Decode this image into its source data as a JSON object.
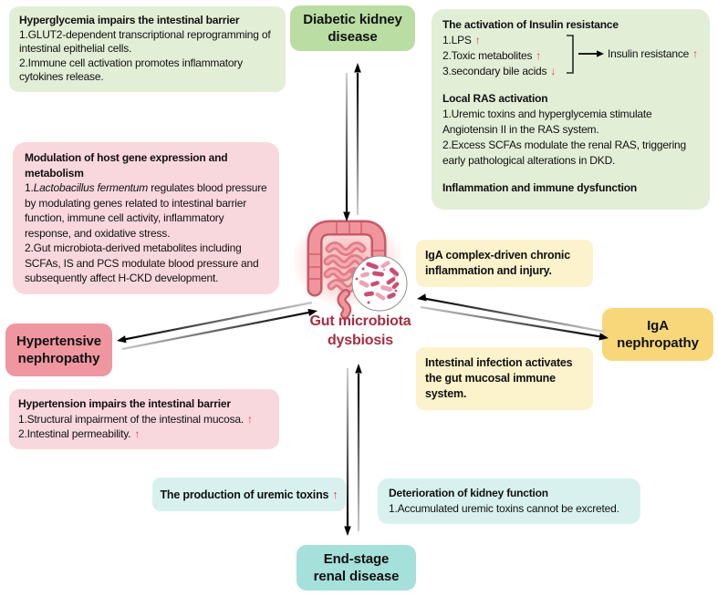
{
  "glyphs": {
    "up": "↑",
    "down": "↓"
  },
  "center": {
    "line1": "Gut microbiota",
    "line2": "dysbiosis",
    "text_color": "#a52e44"
  },
  "nodes": {
    "dkd": {
      "line1": "Diabetic kidney",
      "line2": "disease"
    },
    "iga": {
      "line1": "IgA",
      "line2": "nephropathy"
    },
    "esrd": {
      "line1": "End-stage",
      "line2": "renal disease"
    },
    "htn": {
      "line1": "Hypertensive",
      "line2": "nephropathy"
    }
  },
  "boxes": {
    "hyperglycemia": {
      "title": "Hyperglycemia impairs the intestinal barrier",
      "item1": "1.GLUT2-dependent transcriptional reprogramming of intestinal epithelial cells.",
      "item2": "2.Immune cell activation promotes inflammatory cytokines release."
    },
    "insulin": {
      "title": "The activation of Insulin resistance",
      "item1": "1.LPS",
      "item2": "2.Toxic metabolites",
      "item3": "3.secondary bile acids",
      "result": "Insulin resistance",
      "ras_title": "Local RAS activation",
      "ras_item1": "1.Uremic toxins and hyperglycemia stimulate Angiotensin II in the RAS system.",
      "ras_item2": "2.Excess SCFAs modulate the renal RAS, triggering early pathological alterations in DKD.",
      "inflammation_title": "Inflammation and immune dysfunction"
    },
    "modulation": {
      "title": "Modulation of host gene expression and metabolism",
      "item1_prefix": "1.",
      "item1_italic": "Lactobacillus fermentum",
      "item1_rest": " regulates blood pressure by modulating genes related to intestinal barrier function, immune cell activity, inflammatory response, and oxidative stress.",
      "item2": "2.Gut microbiota-derived metabolites including SCFAs, IS and PCS modulate blood pressure and subsequently affect H-CKD development."
    },
    "iga_complex": {
      "text": "IgA complex-driven chronic inflammation and injury."
    },
    "infection": {
      "text": "Intestinal infection activates the gut mucosal immune system."
    },
    "hypertension": {
      "title": "Hypertension impairs the intestinal barrier",
      "item1": "1.Structural impairment of the intestinal mucosa.",
      "item2": "2.Intestinal permeability."
    },
    "uremic": {
      "text": "The production of uremic toxins"
    },
    "deterioration": {
      "title": "Deterioration of kidney function",
      "item1": "1.Accumulated uremic toxins cannot be excreted."
    }
  },
  "connections": [
    {
      "from": "gut-microbiota-dysbiosis",
      "to": "diabetic-kidney-disease",
      "bidirectional": true
    },
    {
      "from": "gut-microbiota-dysbiosis",
      "to": "iga-nephropathy",
      "bidirectional": true
    },
    {
      "from": "gut-microbiota-dysbiosis",
      "to": "end-stage-renal-disease",
      "bidirectional": true
    },
    {
      "from": "gut-microbiota-dysbiosis",
      "to": "hypertensive-nephropathy",
      "bidirectional": true
    }
  ],
  "colors": {
    "light_green": "#e2eed6",
    "node_green": "#b9dda2",
    "light_pink": "#f9d8dd",
    "node_pink": "#ef96a0",
    "light_yellow": "#fcf2cc",
    "node_yellow": "#f8d77b",
    "light_cyan": "#d8f1ef",
    "node_teal": "#a6e0db",
    "accent_red": "#e03d4e",
    "center_text": "#a52e44"
  }
}
